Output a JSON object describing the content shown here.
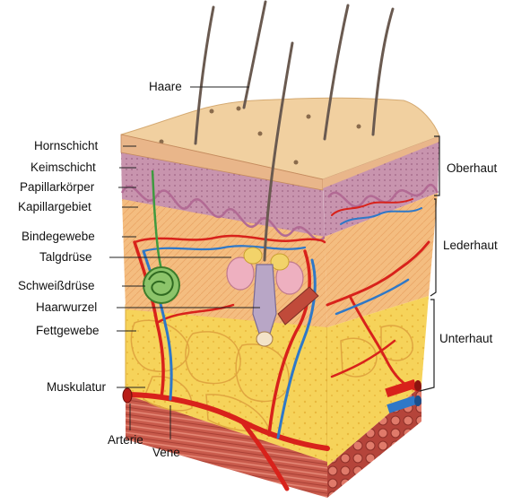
{
  "diagram": {
    "labels_left": {
      "haare": "Haare",
      "hornschicht": "Hornschicht",
      "keimschicht": "Keimschicht",
      "papillarkoerper": "Papillarkörper",
      "kapillargebiet": "Kapillargebiet",
      "bindegewebe": "Bindegewebe",
      "talgdruese": "Talgdrüse",
      "schweissdruese": "Schweißdrüse",
      "haarwurzel": "Haarwurzel",
      "fettgewebe": "Fettgewebe",
      "muskulatur": "Muskulatur",
      "arterie": "Arterie",
      "vene": "Vene"
    },
    "labels_right": {
      "oberhaut": "Oberhaut",
      "lederhaut": "Lederhaut",
      "unterhaut": "Unterhaut"
    },
    "colors": {
      "skin_surface": "#f0cf9e",
      "epidermis": "#c98fa8",
      "dermis": "#f2b77a",
      "fat": "#f7d55a",
      "muscle": "#c9564a",
      "artery": "#d8221b",
      "vein": "#2e78c8",
      "hair": "#6a5a50"
    }
  }
}
